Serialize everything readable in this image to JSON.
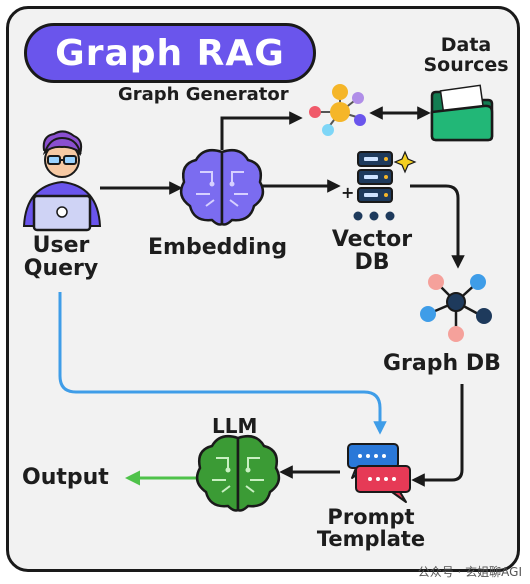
{
  "title": "Graph RAG",
  "nodes": {
    "user_query": [
      "User",
      "Query"
    ],
    "embedding": "Embedding",
    "graph_generator": "Graph Generator",
    "data_sources": [
      "Data",
      "Sources"
    ],
    "vector_db": [
      "Vector",
      "DB"
    ],
    "graph_db": "Graph DB",
    "llm": "LLM",
    "prompt_template": [
      "Prompt",
      "Template"
    ],
    "output": "Output"
  },
  "watermark": "公众号 · 玄姐聊AGI",
  "icons": [
    "user-laptop-icon",
    "brain-icon",
    "graph-cluster-icon",
    "folder-icon",
    "database-icon",
    "sparkle-icon",
    "graph-network-icon",
    "chat-bubbles-icon"
  ],
  "colors": {
    "accent": "#6a55ec",
    "embedding_brain": "#7b6cf0",
    "llm_brain": "#3b9b35",
    "query_path": "#3f9de8",
    "output_arrow": "#4fc24a",
    "folder": "#1aa66c",
    "prompt_blue": "#2a78d8",
    "prompt_red": "#e63a56"
  }
}
